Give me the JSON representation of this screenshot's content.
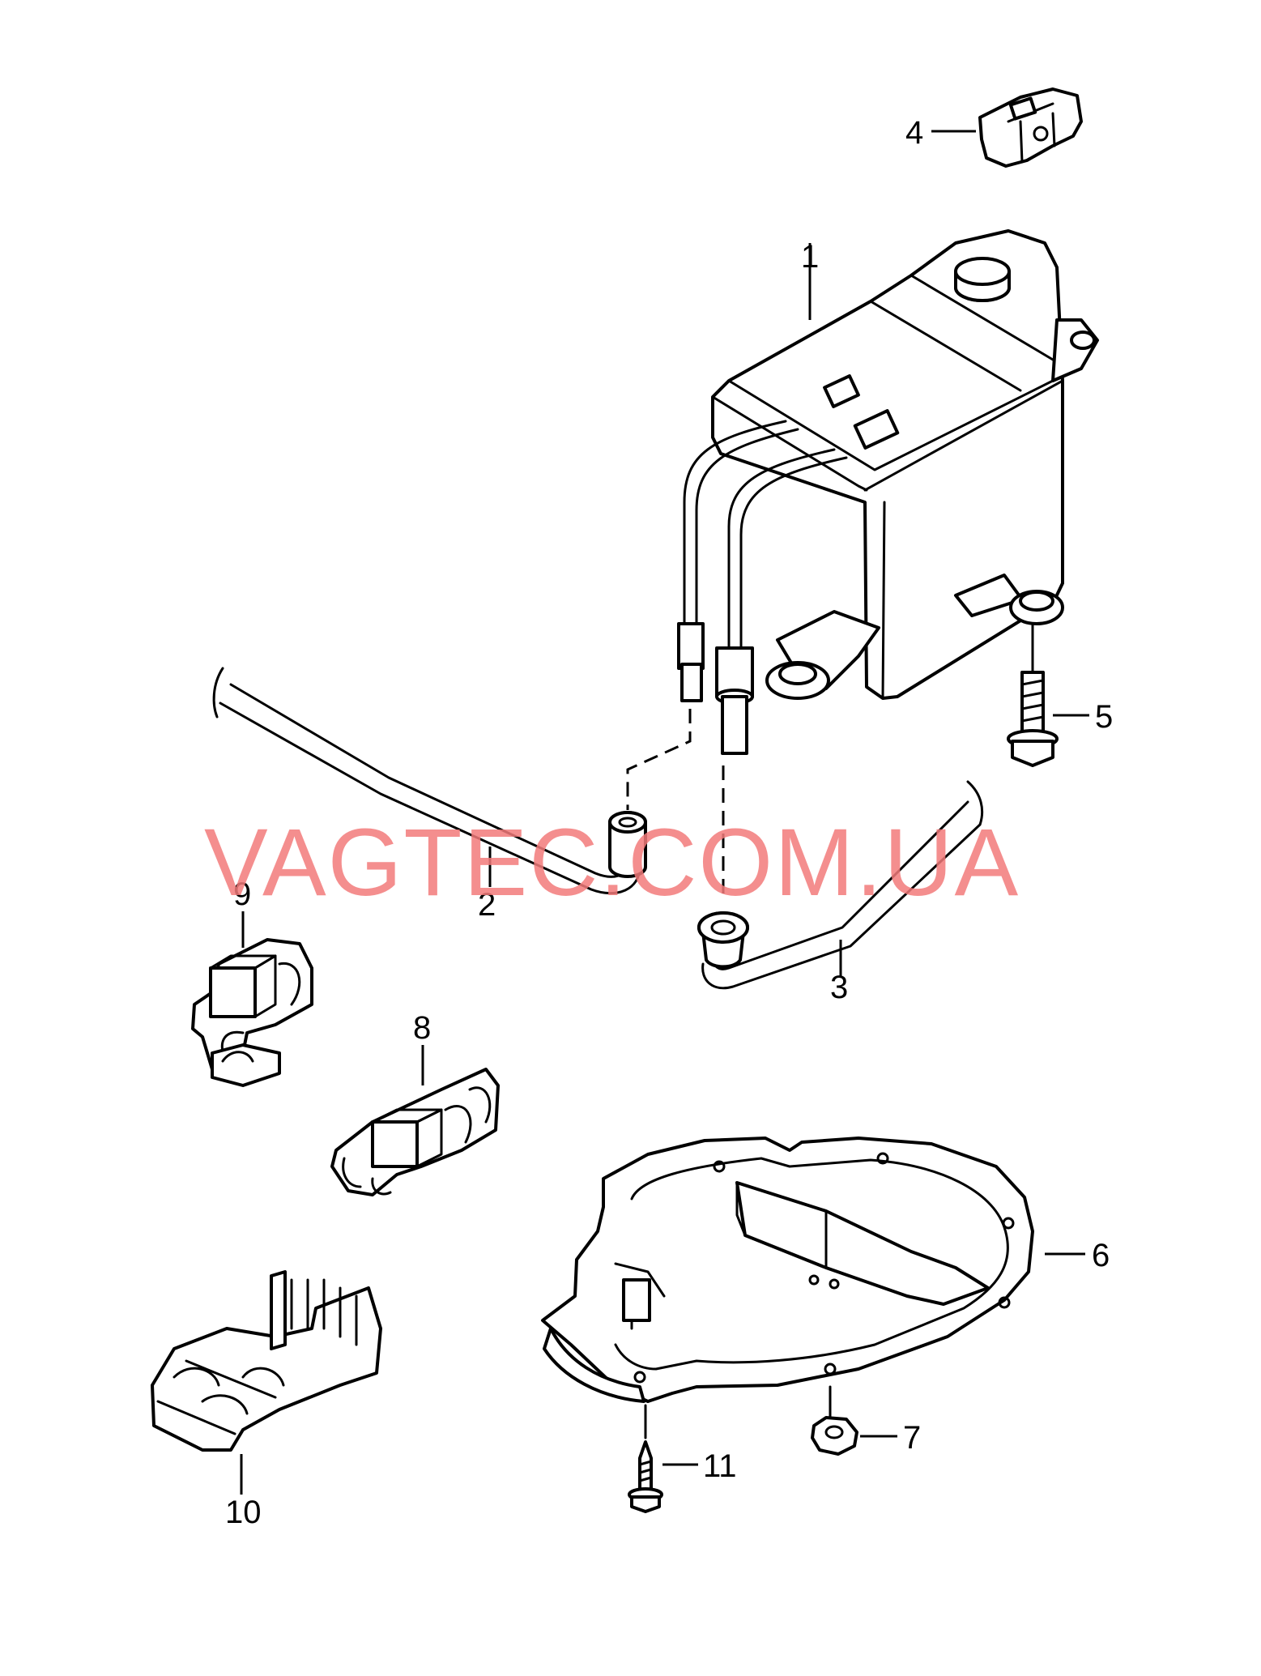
{
  "watermark": "VAGTEC.COM.UA",
  "callouts": {
    "c1": "1",
    "c2": "2",
    "c3": "3",
    "c4": "4",
    "c5": "5",
    "c6": "6",
    "c7": "7",
    "c8": "8",
    "c9": "9",
    "c10": "10",
    "c11": "11"
  },
  "colors": {
    "line": "#000000",
    "background": "#ffffff",
    "watermark": "#f27a7a"
  }
}
